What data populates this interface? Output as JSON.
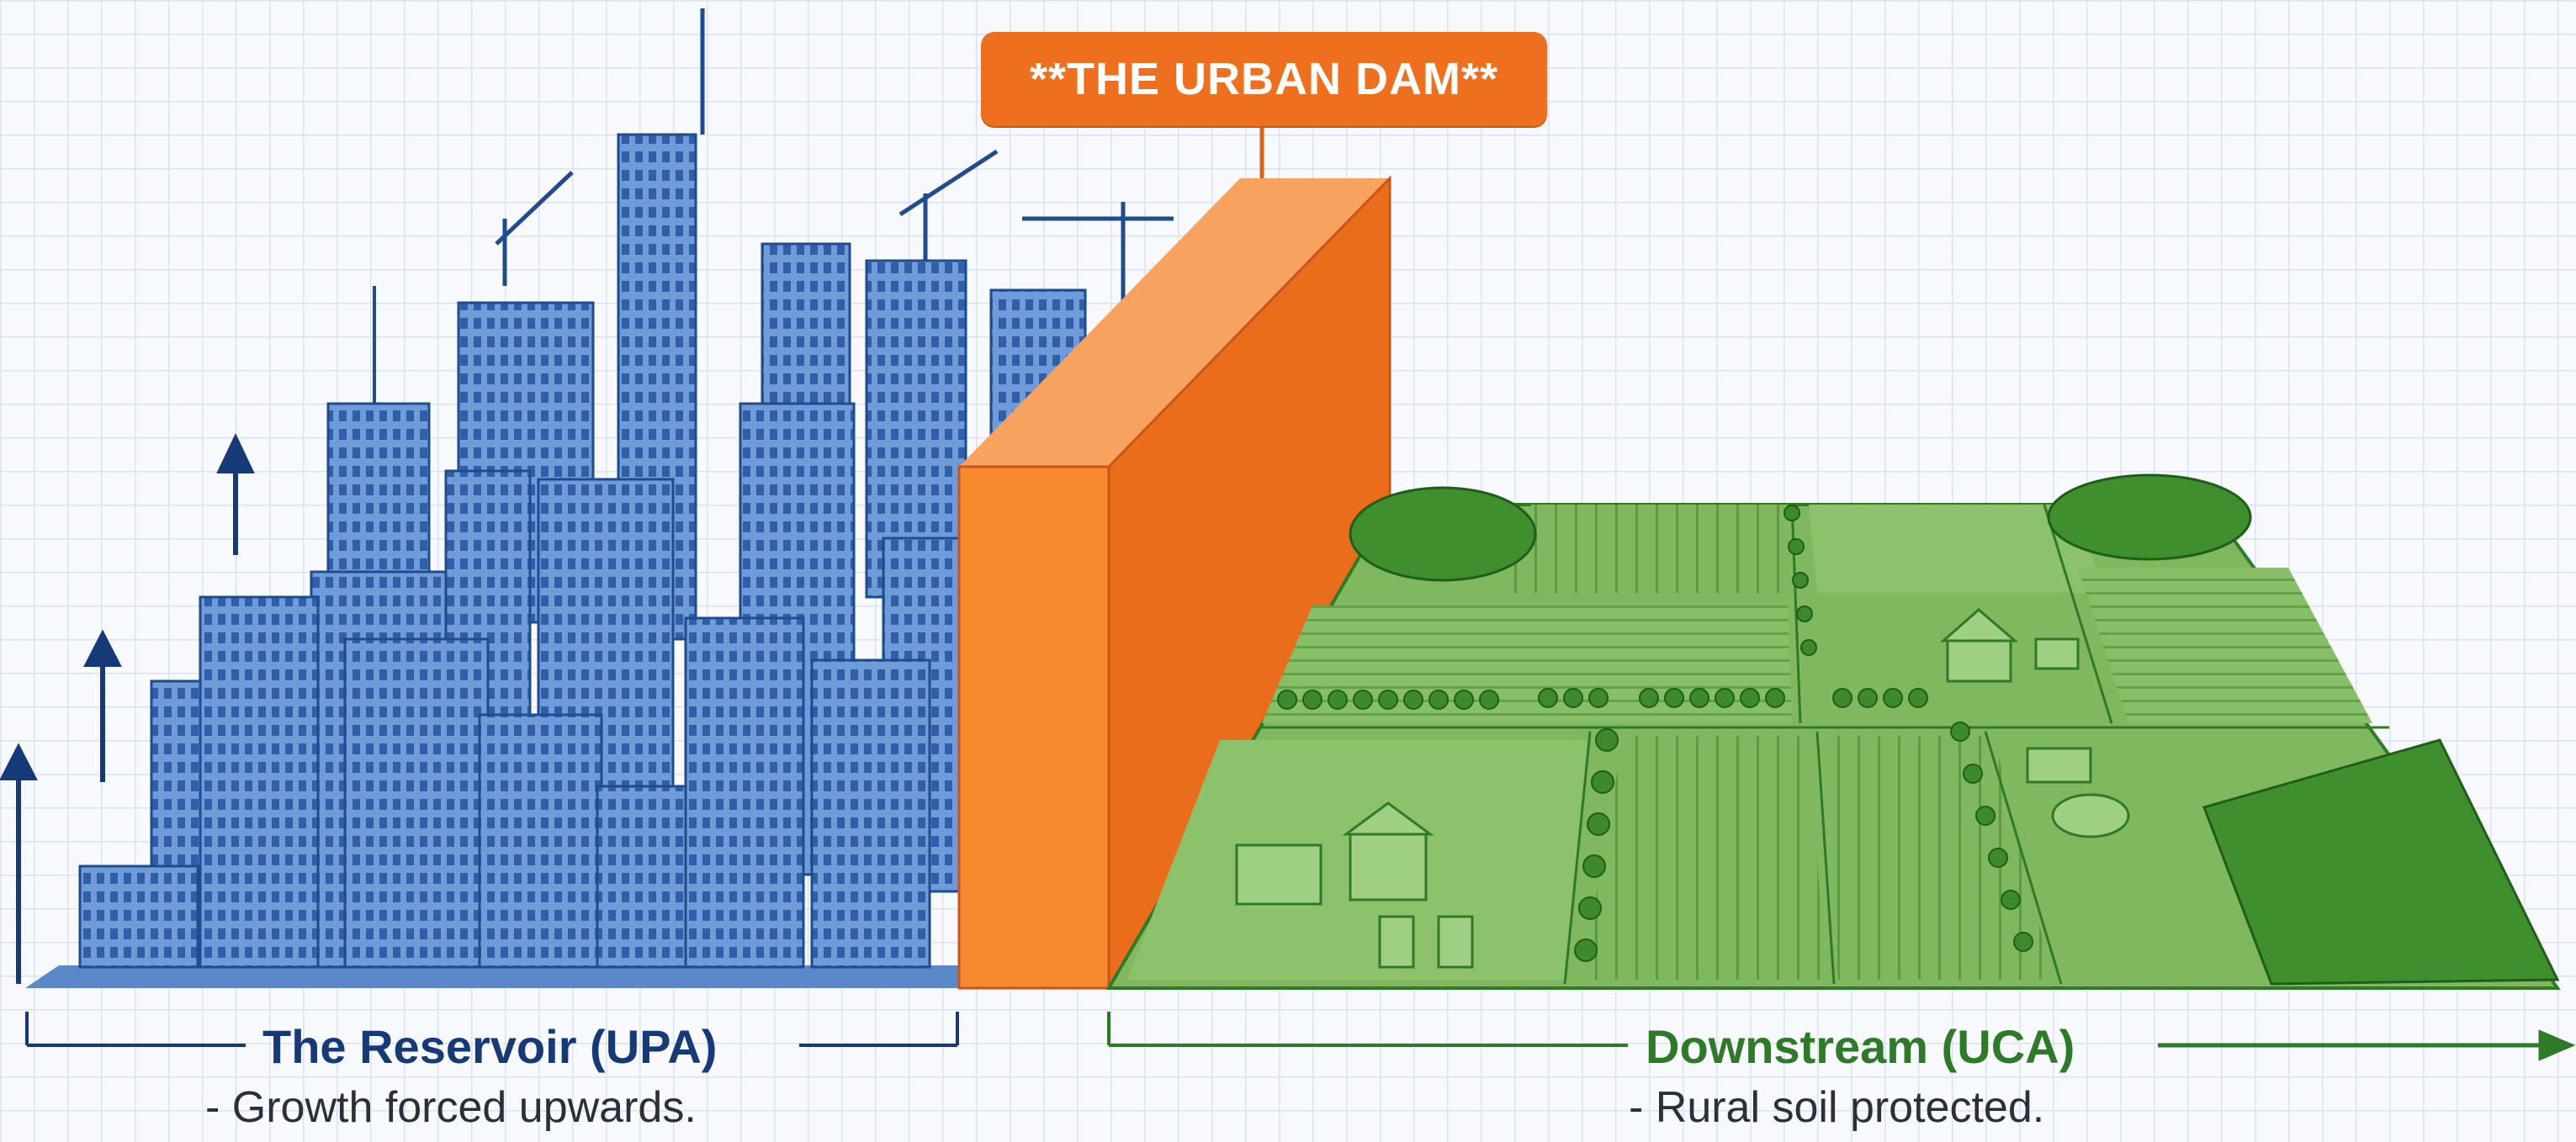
{
  "dam": {
    "label": "**THE URBAN DAM**"
  },
  "reservoir": {
    "title": "The Reservoir (UPA)",
    "subtitle": "- Growth forced upwards."
  },
  "downstream": {
    "title": "Downstream (UCA)",
    "subtitle": "- Rural soil protected."
  },
  "colors": {
    "dam_orange": "#f0802a",
    "city_blue": "#3f74c0",
    "rural_green": "#4f9a3a",
    "label_navy": "#163a78",
    "label_green": "#2f7a28"
  },
  "icons": [
    "up-arrow-icon",
    "right-arrow-icon",
    "crane-icon",
    "barn-icon",
    "tree-icon"
  ]
}
